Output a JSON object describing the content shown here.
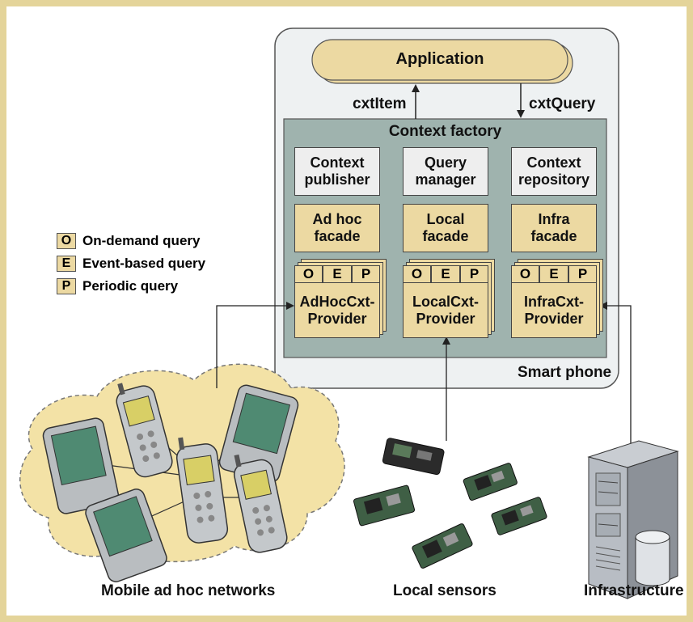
{
  "application": "Application",
  "arrows": {
    "cxt_item": "cxtItem",
    "cxt_query": "cxtQuery"
  },
  "context_factory": {
    "title": "Context factory",
    "top_boxes": [
      {
        "line1": "Context",
        "line2": "publisher"
      },
      {
        "line1": "Query",
        "line2": "manager"
      },
      {
        "line1": "Context",
        "line2": "repository"
      }
    ],
    "facades": [
      {
        "line1": "Ad hoc",
        "line2": "facade"
      },
      {
        "line1": "Local",
        "line2": "facade"
      },
      {
        "line1": "Infra",
        "line2": "facade"
      }
    ],
    "providers": [
      {
        "line1": "AdHocCxt-",
        "line2": "Provider"
      },
      {
        "line1": "LocalCxt-",
        "line2": "Provider"
      },
      {
        "line1": "InfraCxt-",
        "line2": "Provider"
      }
    ],
    "query_types": [
      "O",
      "E",
      "P"
    ]
  },
  "smart_phone": "Smart phone",
  "legend": [
    {
      "key": "O",
      "label": "On-demand query"
    },
    {
      "key": "E",
      "label": "Event-based query"
    },
    {
      "key": "P",
      "label": "Periodic query"
    }
  ],
  "captions": {
    "mobile": "Mobile ad hoc networks",
    "sensors": "Local sensors",
    "infrastructure": "Infrastructure"
  },
  "colors": {
    "frame": "#e4d49a",
    "beige": "#ecd9a2",
    "factory": "#9fb3ae",
    "phone_bg": "#eef1f2",
    "cloud": "#f3e2a6"
  }
}
